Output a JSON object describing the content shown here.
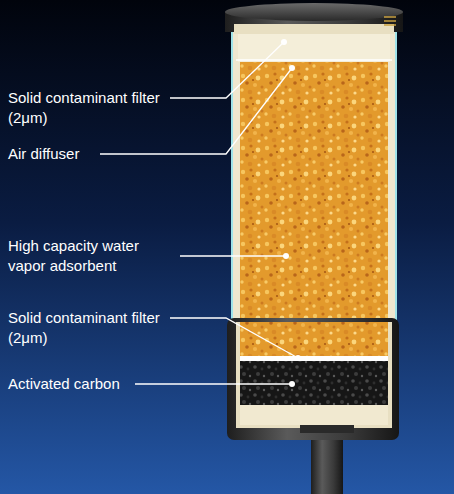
{
  "diagram": {
    "labels": [
      "Solid contaminant filter (2μm)",
      "Air diffuser",
      "High capacity water vapor adsorbent",
      "Solid contaminant filter (2μm)",
      "Activated carbon"
    ]
  }
}
